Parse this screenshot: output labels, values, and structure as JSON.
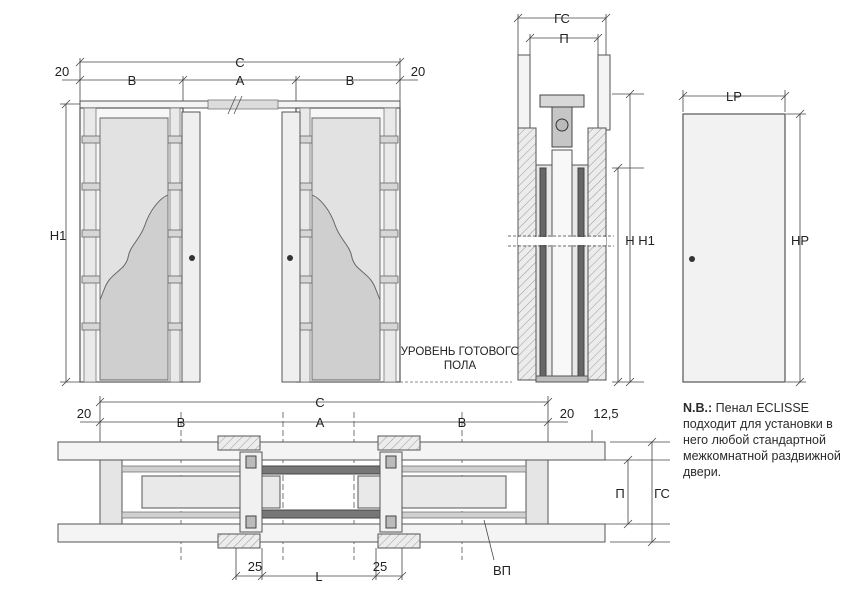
{
  "front_view": {
    "overall_label": "C",
    "opening_label": "A",
    "left_leaf_label": "B",
    "right_leaf_label": "B",
    "left_margin": "20",
    "right_margin": "20",
    "height_label": "H1",
    "floor_label_line1": "УРОВЕНЬ ГОТОВОГО",
    "floor_label_line2": "ПОЛА"
  },
  "section_view": {
    "total_thickness_label": "ГС",
    "inner_thickness_label": "П",
    "height_label": "H H1"
  },
  "door_view": {
    "width_label": "LP",
    "height_label": "HP"
  },
  "plan_view": {
    "overall_label": "C",
    "opening_label": "A",
    "left_leaf_label": "B",
    "right_leaf_label": "B",
    "left_margin": "20",
    "right_margin": "20",
    "top_offset": "12,5",
    "inner_thickness_label": "П",
    "total_thickness_label": "ГС",
    "frame_left": "25",
    "frame_right": "25",
    "passage_label": "L",
    "passage_height_label": "ВП"
  },
  "note": {
    "lead": "N.B.:",
    "text": " Пенал ECLISSE подходит для установки в него любой стандартной межкомнатной раздвижной двери."
  }
}
